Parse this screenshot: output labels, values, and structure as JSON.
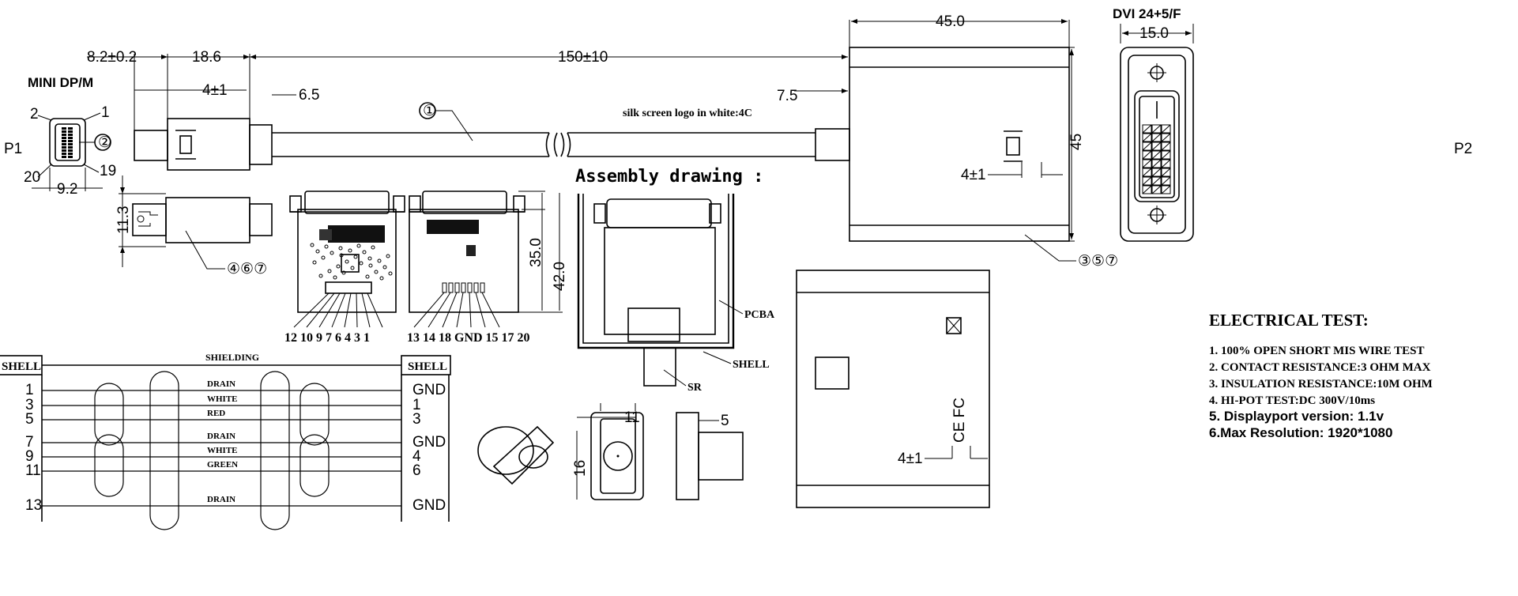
{
  "labels": {
    "mini_dp": "MINI DP/M",
    "dvi": "DVI 24+5/F",
    "p1": "P1",
    "p2": "P2",
    "silk": "silk screen logo in white:4C",
    "assembly": "Assembly drawing :",
    "pcba": "PCBA",
    "shell": "SHELL",
    "sr": "SR",
    "callout_1": "①",
    "callout_2": "②",
    "callout_467": "④⑥⑦",
    "callout_357": "③⑤⑦"
  },
  "dims": {
    "d8_2": "8.2±0.2",
    "d18_6": "18.6",
    "d150": "150±10",
    "d45_top": "45.0",
    "d15": "15.0",
    "d4_1a": "4±1",
    "d6_5": "6.5",
    "d7_5": "7.5",
    "d45_side": "45",
    "d4_1b": "4±1",
    "d9_2": "9.2",
    "d11_3": "11.3",
    "d35": "35.0",
    "d42": "42.0",
    "d11": "11",
    "d5": "5",
    "d16": "16",
    "d4_1c": "4±1",
    "pin1": "1",
    "pin2": "2",
    "pin19": "19",
    "pin20": "20"
  },
  "pcb_pins_left": "12 10 9  7  6  4  3   1",
  "pcb_pins_right": "13  14 18 GND 15 17  20",
  "electrical": {
    "title": "ELECTRICAL TEST:",
    "items": [
      "1. 100% OPEN SHORT MIS WIRE TEST",
      "2. CONTACT RESISTANCE:3 OHM MAX",
      "3. INSULATION RESISTANCE:10M OHM",
      "4. HI-POT TEST:DC 300V/10ms",
      "5. Displayport version: 1.1v",
      "6.Max Resolution: 1920*1080"
    ]
  },
  "wiring": {
    "left_header": "SHELL",
    "right_header": "SHELL",
    "shielding": "SHIELDING",
    "left_pins": [
      "1",
      "3",
      "5",
      "7",
      "9",
      "11",
      "13"
    ],
    "right_pins": [
      "GND",
      "1",
      "3",
      "GND",
      "4",
      "6",
      "GND"
    ],
    "wire_labels": [
      "DRAIN",
      "WHITE",
      "RED",
      "DRAIN",
      "WHITE",
      "GREEN",
      "DRAIN"
    ]
  }
}
